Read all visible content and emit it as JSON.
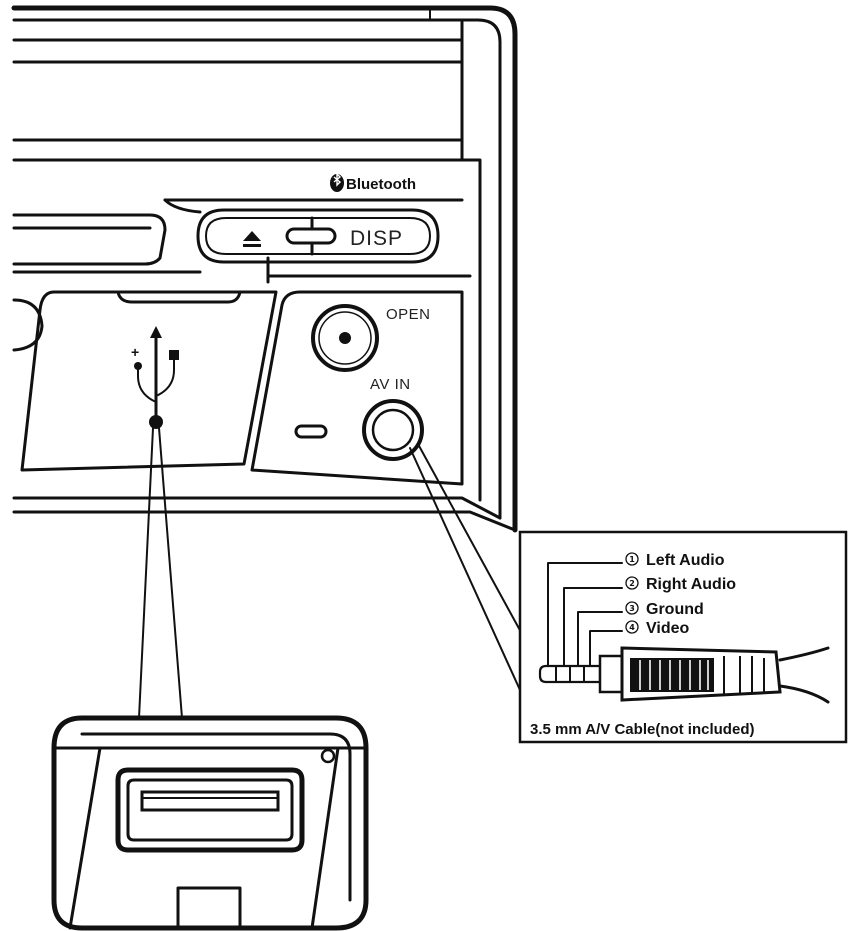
{
  "labels": {
    "bluetooth": "Bluetooth",
    "disp": "DISP",
    "open": "OPEN",
    "av_in": "AV IN",
    "usb_plus": "+"
  },
  "av_cable": {
    "pins": [
      {
        "number": "1",
        "label": "Left Audio"
      },
      {
        "number": "2",
        "label": "Right Audio"
      },
      {
        "number": "3",
        "label": "Ground"
      },
      {
        "number": "4",
        "label": "Video"
      }
    ],
    "caption": "3.5 mm A/V Cable(not included)"
  },
  "icons": {
    "bluetooth": "bluetooth-icon",
    "eject": "eject-icon",
    "usb": "usb-icon"
  }
}
